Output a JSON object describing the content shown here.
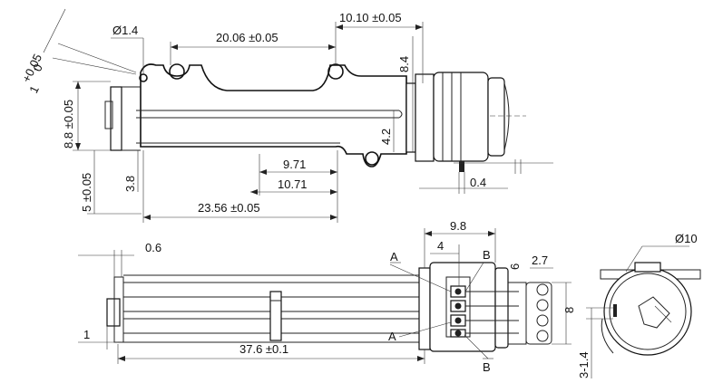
{
  "drawing": {
    "dims": {
      "hole_dia": "Ø1.4",
      "span_top": "20.06 ±0.05",
      "motor_off": "10.10 ±0.05",
      "height_top": "8.4",
      "left_tol": "1 +0.05\n   0",
      "left_tol_main": "1",
      "left_tol_plus": "+0.05",
      "left_tol_zero": "0",
      "height_frame": "8.8 ±0.05",
      "mid_small": "4.2",
      "d971": "9.71",
      "d1071": "10.71",
      "bottom_left": "5 ±0.05",
      "d38": "3.8",
      "d2356": "23.56 ±0.05",
      "d04": "0.4",
      "d98": "9.8",
      "d4": "4",
      "d06": "0.6",
      "d27": "2.7",
      "d6": "6",
      "d8": "8",
      "dia10": "Ø10",
      "d1": "1",
      "d376": "37.6 ±0.1",
      "d314": "3-1.4"
    },
    "labels": {
      "a_bar": "A",
      "b_top": "B",
      "a_low": "A",
      "b_low": "B"
    }
  }
}
